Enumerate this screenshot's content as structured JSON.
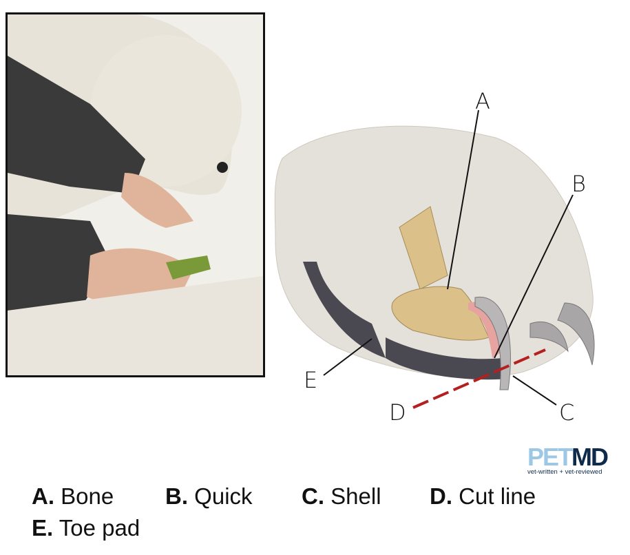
{
  "labels": {
    "a": "A",
    "b": "B",
    "c": "C",
    "d": "D",
    "e": "E"
  },
  "legend": [
    {
      "key": "A.",
      "text": "Bone"
    },
    {
      "key": "B.",
      "text": "Quick"
    },
    {
      "key": "C.",
      "text": "Shell"
    },
    {
      "key": "D.",
      "text": "Cut line"
    },
    {
      "key": "E.",
      "text": "Toe pad"
    }
  ],
  "logo": {
    "pet": "PET",
    "md": "MD",
    "tagline": "vet-written + vet-reviewed"
  },
  "colors": {
    "cut_line": "#b3201f",
    "bone": "#dcc08a",
    "quick": "#e6a3a0",
    "logo_light": "#9cc8e6",
    "logo_dark": "#0f2b4c"
  }
}
